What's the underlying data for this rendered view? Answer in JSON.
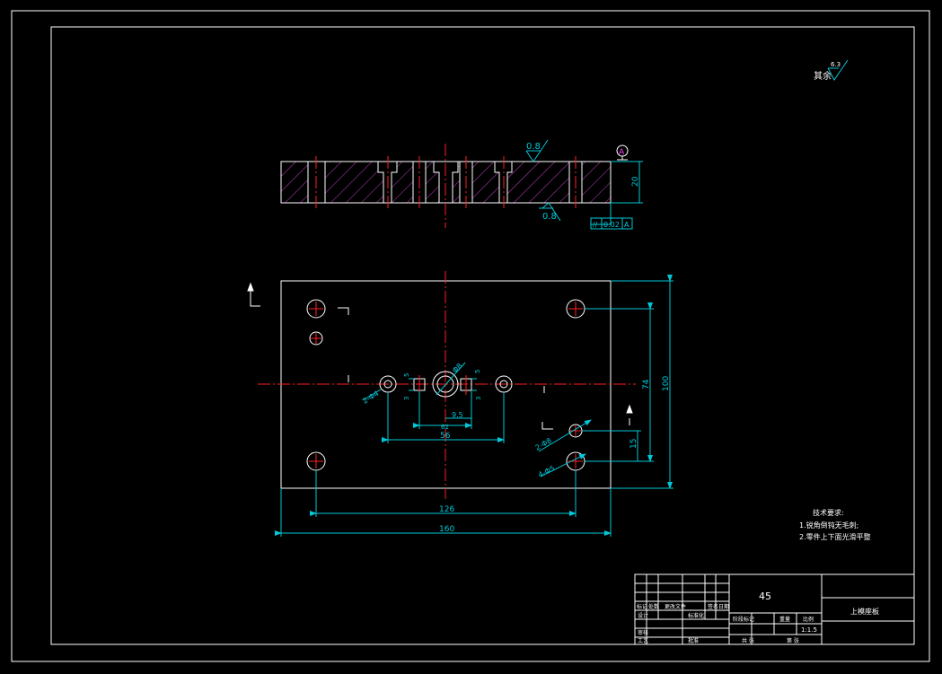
{
  "drawing": {
    "background": "#000000",
    "colors": {
      "border": "#ffffff",
      "part": "#ffffff",
      "hatch": "#c040c0",
      "center": "#ff2020",
      "dim": "#00c8d8",
      "note": "#ffffff"
    },
    "roughness": {
      "prefix": "其余",
      "value": "6.3"
    },
    "section_view": {
      "roughness_top": "0.8",
      "roughness_bottom": "0.8",
      "thickness": "20",
      "datum": "A",
      "parallelism": {
        "symbol": "//",
        "tolerance": "0.02",
        "datum": "A"
      }
    },
    "plan_view": {
      "dims": {
        "length": "160",
        "hole_span_x": "126",
        "width": "100",
        "hole_span_y": "74",
        "offset_15": "15",
        "slot_56": "56",
        "slot_62": "62",
        "slot_95": "9.5",
        "dia_center": "Φ8",
        "dim_5a": "5",
        "dim_5b": "5",
        "dim_3a": "3",
        "dim_3b": "3",
        "holes_2phi4": "2-Φ4",
        "holes_2phi8": "2-Φ8",
        "holes_4phi5": "4-Φ5"
      }
    },
    "tech_requirements": {
      "title": "技术要求:",
      "items": [
        "1.锐角倒钝无毛刺;",
        "2.零件上下面光滑平整"
      ]
    },
    "title_block": {
      "material": "45",
      "part_name": "上模座板",
      "scale": "1:1.5",
      "cells": [
        "标记",
        "处数",
        "更改文件",
        "签名",
        "日期",
        "设计",
        "标准化",
        "审核",
        "工艺",
        "批准",
        "阶段标记",
        "重量",
        "比例",
        "共 张",
        "第 张"
      ]
    }
  }
}
